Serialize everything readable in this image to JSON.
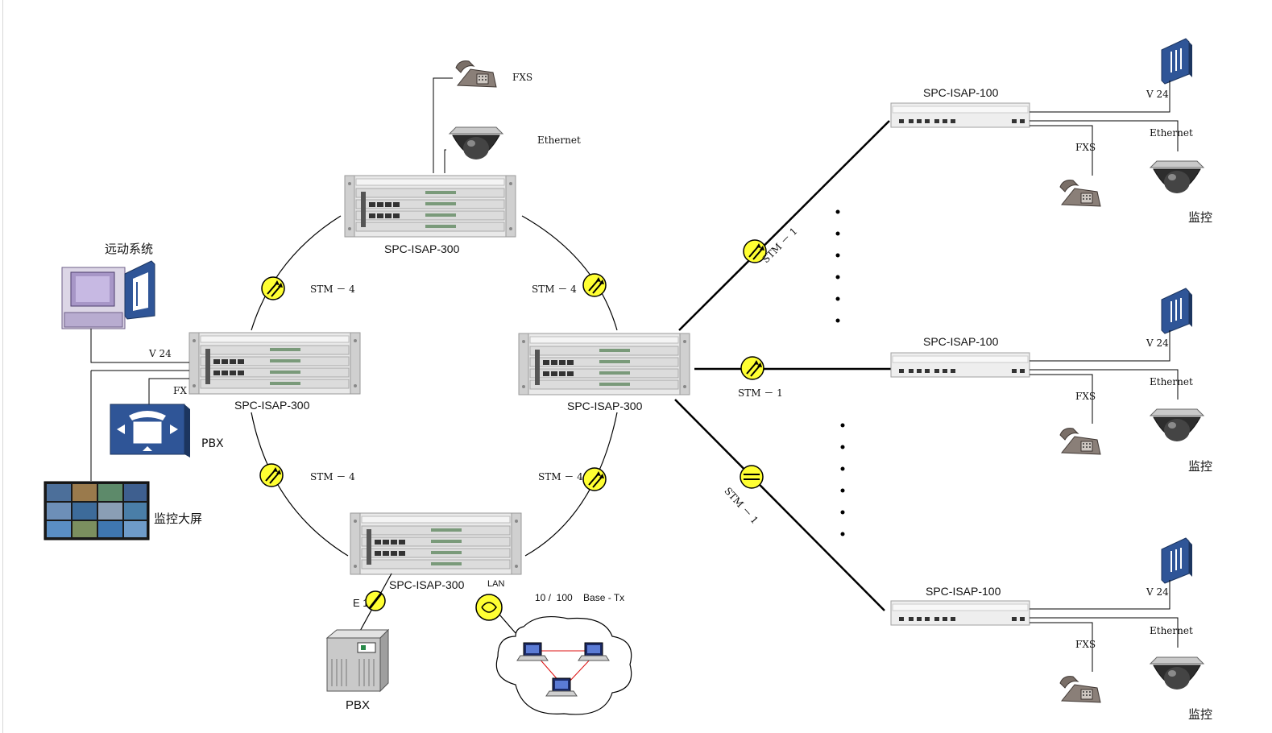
{
  "nodes": {
    "top_ring": "SPC-ISAP-300",
    "left_ring": "SPC-ISAP-300",
    "right_ring": "SPC-ISAP-300",
    "bottom_ring": "SPC-ISAP-300",
    "remote_1": "SPC-ISAP-100",
    "remote_2": "SPC-ISAP-100",
    "remote_3": "SPC-ISAP-100"
  },
  "links": {
    "ring_top_left": "STM － 4",
    "ring_top_right": "STM － 4",
    "ring_bottom_left": "STM － 4",
    "ring_bottom_right": "STM － 4",
    "spur_upper": "STM － 1",
    "spur_middle": "STM － 1",
    "spur_lower": "STM － 1"
  },
  "top_station": {
    "phone": "FXS",
    "camera": "Ethernet"
  },
  "left_station": {
    "telecontrol": "远动系统",
    "v24": "V 24",
    "fxo": "FXO",
    "pbx": "PBX",
    "video_wall": "监控大屏"
  },
  "bottom_station": {
    "e1": "E 1",
    "pbx": "PBX",
    "lan": "LAN",
    "lan_speed": "10 /  100    Base - Tx"
  },
  "remote_sites": [
    {
      "v24": "V 24",
      "ethernet": "Ethernet",
      "fxs": "FXS",
      "monitor": "监控"
    },
    {
      "v24": "V 24",
      "ethernet": "Ethernet",
      "fxs": "FXS",
      "monitor": "监控"
    },
    {
      "v24": "V 24",
      "ethernet": "Ethernet",
      "fxs": "FXS",
      "monitor": "监控"
    }
  ],
  "colors": {
    "link_symbol": "#ffff33",
    "device_blue": "#2f5597",
    "chassis": "#e8e8e8",
    "line": "#000000"
  }
}
